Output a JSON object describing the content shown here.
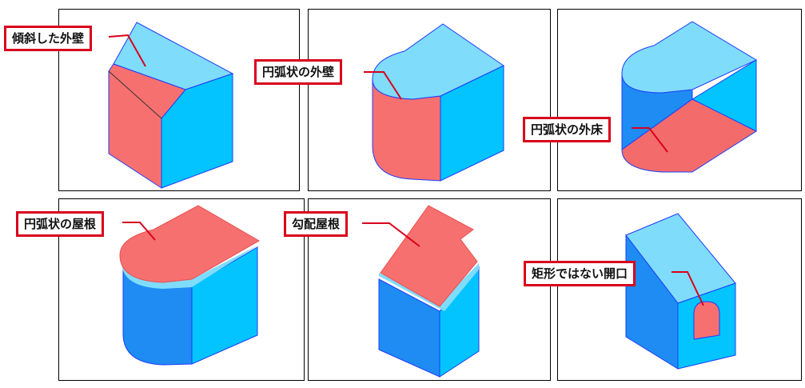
{
  "colors": {
    "wall_red": "#f77070",
    "floor_red": "#f36b6b",
    "light_blue": "#7fdcfb",
    "mid_blue": "#03c4ff",
    "dark_blue": "#1e8cf2",
    "outline_blue": "#1e3cff",
    "callout_border": "#d9001b"
  },
  "panels": [
    {
      "label": "傾斜した外壁"
    },
    {
      "label": "円弧状の外壁"
    },
    {
      "label": "円弧状の外床"
    },
    {
      "label": "円弧状の屋根"
    },
    {
      "label": "勾配屋根"
    },
    {
      "label": "矩形ではない開口"
    }
  ]
}
